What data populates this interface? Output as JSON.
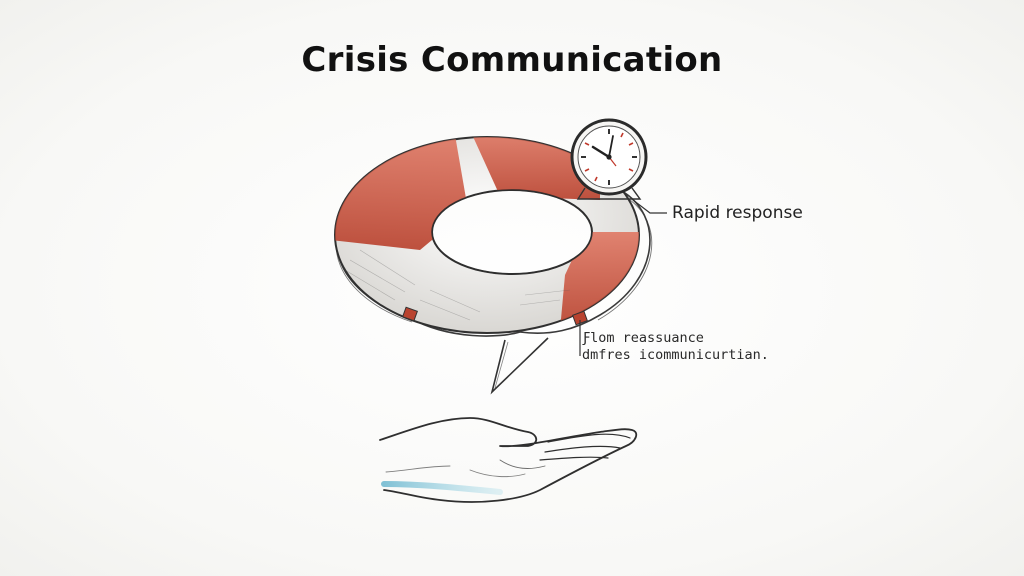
{
  "title": "Crisis Communication",
  "labels": {
    "rapid_response": "Rapid response",
    "reassurance_line1": "Ƒlom reassuance",
    "reassurance_line2": "dmfres icommunicurtian."
  },
  "illustration": {
    "icons": [
      "life-ring-icon",
      "clock-icon",
      "open-hand-icon",
      "speech-tail-icon"
    ],
    "colors": {
      "ring_red": "#c9523f",
      "ring_white": "#f4f2ef",
      "pencil": "#3a3a3a",
      "clock_hand_red": "#c0392b",
      "hand_blue": "#7fc4d8"
    }
  }
}
